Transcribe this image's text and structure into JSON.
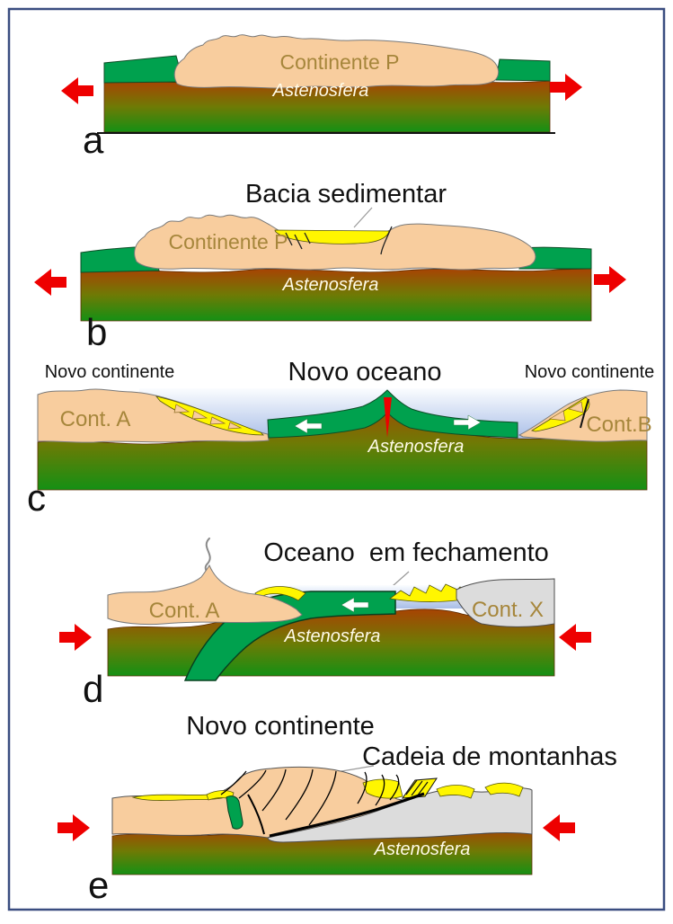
{
  "figure": {
    "description": "Wilson cycle plate tectonics diagram, five stages",
    "colors": {
      "frame_border": "#3a4d80",
      "continental_crust": "#F8CD9E",
      "oceanic_crust": "#00A14E",
      "asthenosphere_top": "#A84303",
      "asthenosphere_mid": "#6F7A05",
      "asthenosphere_bottom": "#149014",
      "sediment_yellow": "#FFF600",
      "ocean_top": "#FBFDFF",
      "ocean_bottom": "#A9BEE7",
      "arrow_red": "#EE0000",
      "continent_x_gray": "#DCDCDC",
      "label_tan": "#A6863B",
      "label_white": "#FFFBE8",
      "label_black": "#111111"
    },
    "panels": [
      {
        "letter": "a",
        "red_arrows": "outward",
        "labels": {
          "continent": "Continente P",
          "asthenosphere": "Astenosfera"
        }
      },
      {
        "letter": "b",
        "title": "Bacia sedimentar",
        "red_arrows": "outward",
        "labels": {
          "continent": "Continente P",
          "asthenosphere": "Astenosfera"
        }
      },
      {
        "letter": "c",
        "title": "Novo oceano",
        "caption_left": "Novo continente",
        "caption_right": "Novo continente",
        "white_arrows": "spreading",
        "labels": {
          "continent_left": "Cont. A",
          "continent_right": "Cont.B",
          "asthenosphere": "Astenosfera"
        }
      },
      {
        "letter": "d",
        "title": "Oceano  em fechamento",
        "red_arrows": "inward",
        "white_arrows": "subduction",
        "labels": {
          "continent_left": "Cont. A",
          "continent_right": "Cont. X",
          "asthenosphere": "Astenosfera"
        }
      },
      {
        "letter": "e",
        "title": "Novo continente",
        "subtitle": "Cadeia de montanhas",
        "red_arrows": "inward",
        "labels": {
          "asthenosphere": "Astenosfera"
        }
      }
    ]
  }
}
